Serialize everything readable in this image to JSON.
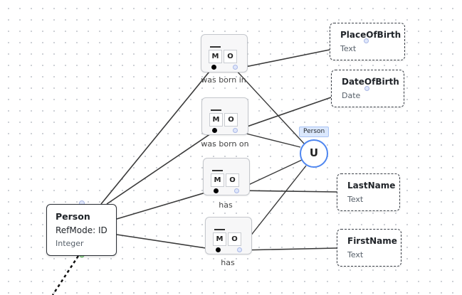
{
  "entity": {
    "name": "Person",
    "refmode": "RefMode: ID",
    "type": "Integer"
  },
  "values": [
    {
      "name": "PlaceOfBirth",
      "type": "Text"
    },
    {
      "name": "DateOfBirth",
      "type": "Date"
    },
    {
      "name": "LastName",
      "type": "Text"
    },
    {
      "name": "FirstName",
      "type": "Text"
    }
  ],
  "facts": [
    {
      "label": "was born in",
      "roles": [
        "M",
        "O"
      ]
    },
    {
      "label": "was born on",
      "roles": [
        "M",
        "O"
      ]
    },
    {
      "label": "has",
      "roles": [
        "M",
        "O"
      ]
    },
    {
      "label": "has",
      "roles": [
        "M",
        "O"
      ]
    }
  ],
  "constraint": {
    "symbol": "U",
    "tag": "Person",
    "color": "#4e86f0"
  }
}
